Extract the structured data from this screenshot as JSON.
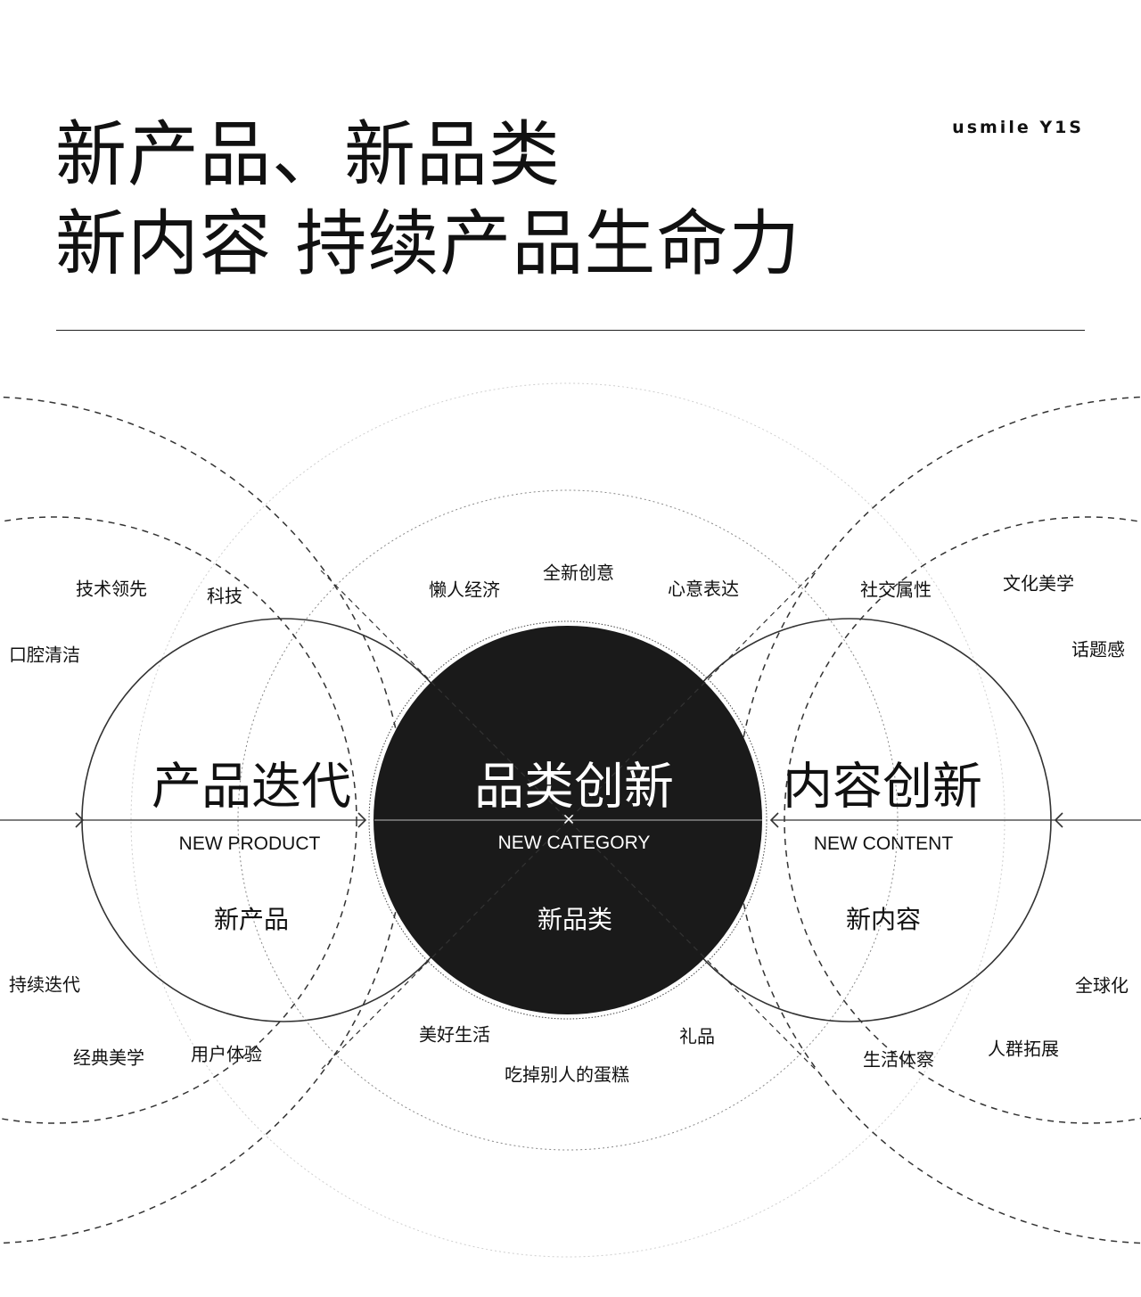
{
  "header": {
    "title_line1": "新产品、新品类",
    "title_line2": "新内容 持续产品生命力",
    "brand": "usmile Y1S"
  },
  "diagram": {
    "left": {
      "title": "产品迭代",
      "subtitle": "NEW PRODUCT",
      "caption": "新产品"
    },
    "center": {
      "title": "品类创新",
      "cross": "×",
      "subtitle": "NEW CATEGORY",
      "caption": "新品类"
    },
    "right": {
      "title": "内容创新",
      "subtitle": "NEW CONTENT",
      "caption": "新内容"
    },
    "keywords": {
      "k1": "技术领先",
      "k2": "科技",
      "k3": "口腔清洁",
      "k4": "懒人经济",
      "k5": "全新创意",
      "k6": "心意表达",
      "k7": "社交属性",
      "k8": "文化美学",
      "k9": "话题感",
      "k10": "持续迭代",
      "k11": "经典美学",
      "k12": "用户体验",
      "k13": "美好生活",
      "k14": "吃掉别人的蛋糕",
      "k15": "礼品",
      "k16": "全球化",
      "k17": "生活体察",
      "k18": "人群拓展"
    }
  }
}
